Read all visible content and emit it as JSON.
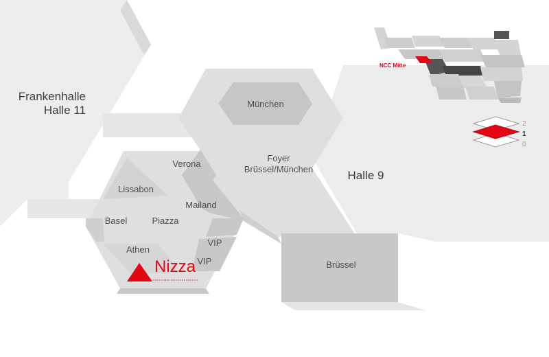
{
  "halls": {
    "frankenhalle_line1": "Frankenhalle",
    "frankenhalle_line2": "Halle 11",
    "halle9": "Halle 9"
  },
  "rooms": {
    "muenchen": "München",
    "foyer_line1": "Foyer",
    "foyer_line2": "Brüssel/München",
    "verona": "Verona",
    "lissabon": "Lissabon",
    "mailand": "Mailand",
    "basel": "Basel",
    "piazza": "Piazza",
    "athen": "Athen",
    "vip_upper": "VIP",
    "vip_lower": "VIP",
    "bruessel": "Brüssel"
  },
  "highlight": {
    "label": "Nizza",
    "color": "#e30613"
  },
  "overview": {
    "label": "NCC Mitte"
  },
  "levels": {
    "items": [
      "2",
      "1",
      "0"
    ],
    "active": "1"
  },
  "colors": {
    "accent": "#e30613",
    "floor_light": "#efefef",
    "floor_mid": "#dcdcdc",
    "room_dark": "#c4c4c4",
    "wall": "#b3b3b3"
  }
}
